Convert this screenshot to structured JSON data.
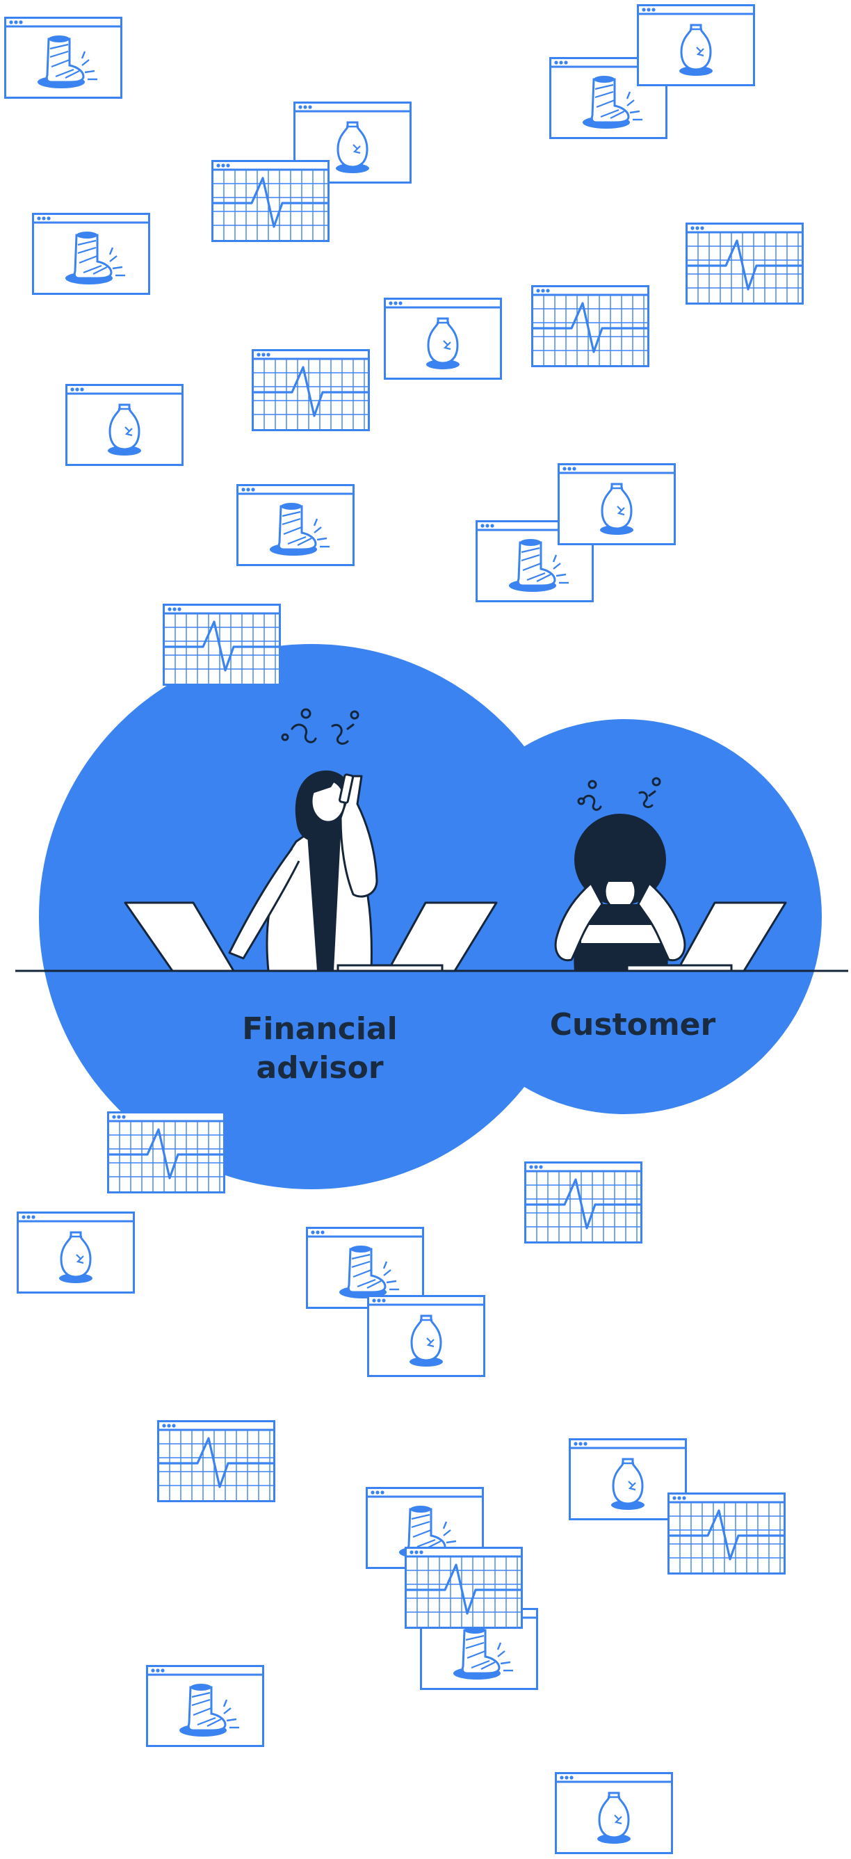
{
  "labels": {
    "advisor": "Financial\nadvisor",
    "advisor_line1": "Financial",
    "advisor_line2": "advisor",
    "customer": "Customer"
  },
  "colors": {
    "accent": "#3a83f1",
    "ink": "#16263a",
    "background": "#ffffff",
    "card_fill": "#ffffff"
  },
  "icons": {
    "window_types": [
      "vase-window-icon",
      "broken-leg-window-icon",
      "heartbeat-chart-window-icon"
    ],
    "advisor_icon": "financial-advisor-figure",
    "customer_icon": "stressed-customer-figure"
  }
}
